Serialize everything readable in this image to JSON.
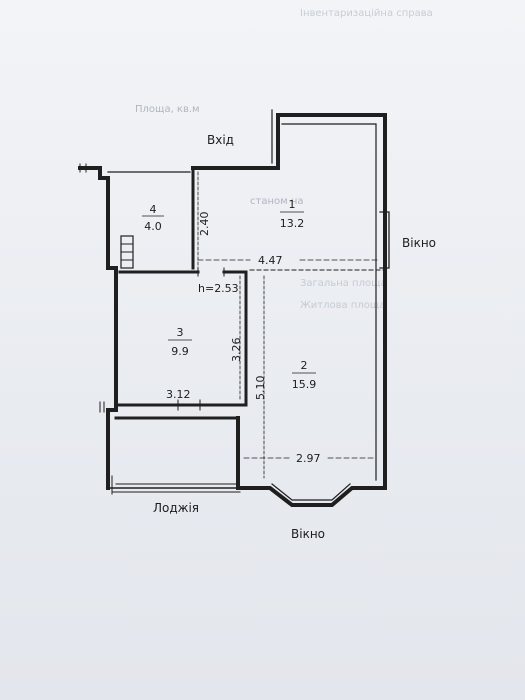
{
  "plan": {
    "entrance_label": "Вхід",
    "window_label_right": "Вікно",
    "window_label_bottom": "Вікно",
    "loggia_label": "Лоджія",
    "ceiling_height": "h=2.53",
    "rooms": [
      {
        "number": "1",
        "area": "13.2"
      },
      {
        "number": "2",
        "area": "15.9"
      },
      {
        "number": "3",
        "area": "9.9"
      },
      {
        "number": "4",
        "area": "4.0"
      }
    ],
    "dimensions": {
      "room4_height": "2.40",
      "width_total": "4.47",
      "room3_height": "3.26",
      "room2_height": "5.10",
      "room3_width": "3.12",
      "room2_width": "2.97"
    }
  },
  "background_text": [
    "Інвентаризаційна справа",
    "Площа, кв.м",
    "Загальна площа",
    "Житлова площа",
    "станом на"
  ]
}
